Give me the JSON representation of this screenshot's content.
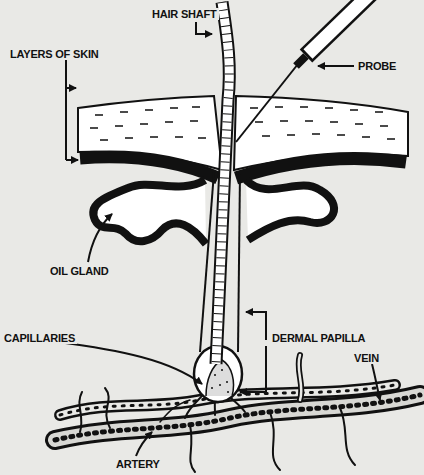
{
  "diagram": {
    "labels": [
      "HAIR SHAFT",
      "LAYERS OF SKIN",
      "PROBE",
      "OIL GLAND",
      "CAPILLARIES",
      "DERMAL PAPILLA",
      "VEIN",
      "ARTERY"
    ]
  }
}
